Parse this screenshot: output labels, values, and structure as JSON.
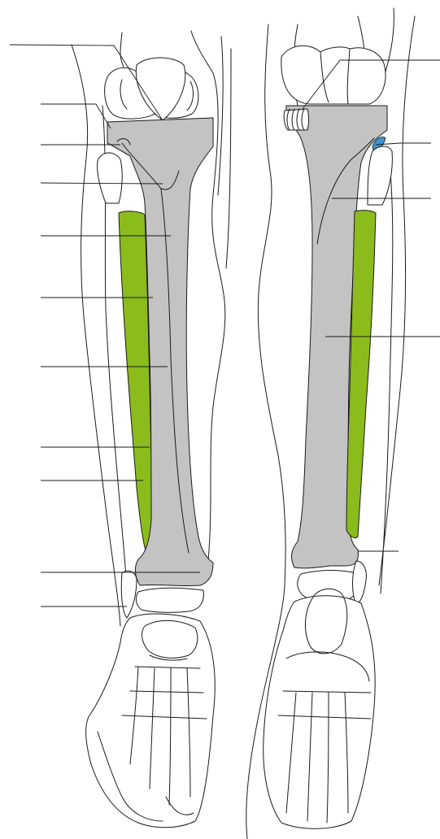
{
  "colors": {
    "background": "#ffffff",
    "tibia": "#c3c3c3",
    "fibula": "#8cbb1c",
    "highlight": "#3a95d4",
    "outline": "#1a1a1a"
  },
  "views": [
    {
      "id": "anterior",
      "leader_lines": 11
    },
    {
      "id": "posterior",
      "leader_lines": 5
    }
  ],
  "labels": []
}
